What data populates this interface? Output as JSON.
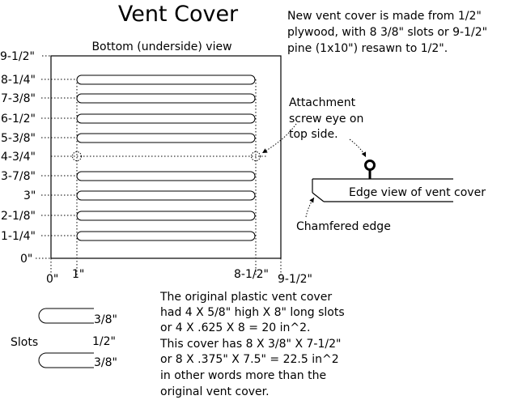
{
  "title": "Vent Cover",
  "view_label": "Bottom (underside) view",
  "intro_note": [
    "New vent cover is made from 1/2\"",
    "plywood, with 8  3/8\" slots or 9-1/2\"",
    "pine (1x10\") resawn to 1/2\"."
  ],
  "y_ticks": [
    "9-1/2\"",
    "8-1/4\"",
    "7-3/8\"",
    "6-1/2\"",
    "5-3/8\"",
    "4-3/4\"",
    "3-7/8\"",
    "3\"",
    "2-1/8\"",
    "1-1/4\"",
    "0\""
  ],
  "x_ticks": [
    "0\"",
    "1\"",
    "8-1/2\"",
    "9-1/2\""
  ],
  "attachment_note": [
    "Attachment",
    "screw eye on",
    "top side."
  ],
  "edge_view_label": "Edge view of vent cover",
  "chamfer_label": "Chamfered edge",
  "slots_label": "Slots",
  "slot_dims": [
    "3/8\"",
    "1/2\"",
    "3/8\""
  ],
  "body_note": [
    "The original plastic vent cover",
    "had 4 X 5/8\" high X 8\" long slots",
    "or 4 X .625 X 8 = 20 in^2.",
    "This cover has 8 X 3/8\" X 7-1/2\"",
    "or 8 X .375\" X 7.5\" = 22.5 in^2",
    "in other words more than the",
    "original vent cover."
  ]
}
